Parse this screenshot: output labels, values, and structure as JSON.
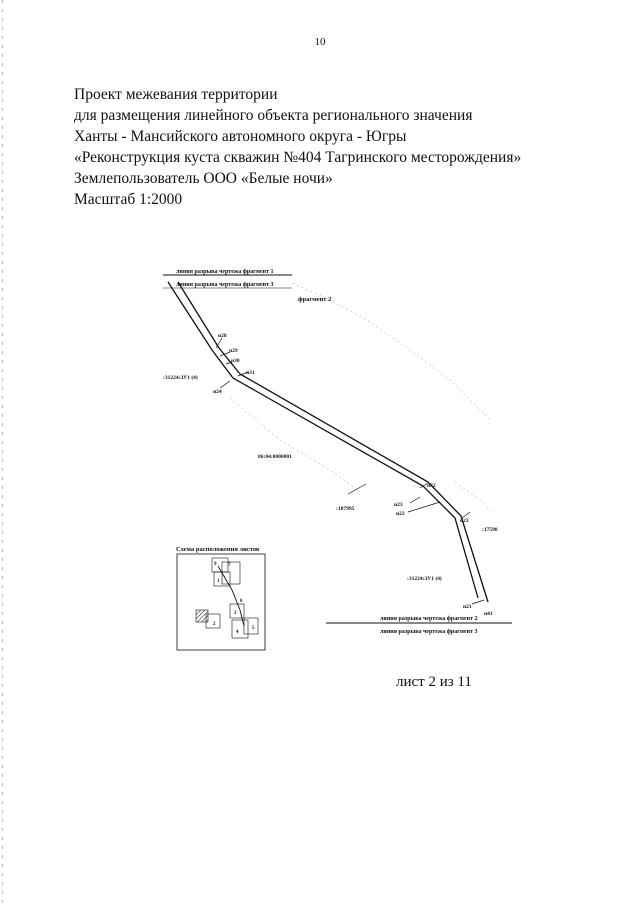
{
  "page_number": "10",
  "title": {
    "lines": [
      "Проект межевания  территории",
      "для размещения линейного объекта регионального значения",
      "Ханты - Мансийского автономного округа - Югры",
      "«Реконструкция куста скважин №404 Тагринского месторождения»",
      "Землепользователь ООО «Белые ночи»",
      "Масштаб 1:2000"
    ]
  },
  "drawing": {
    "break_line_top_1": "линия разрыва чертежа фрагмент 1",
    "break_line_top_2": "линия разрыва чертежа фрагмент 3",
    "fragment_label": "фрагмент 2",
    "break_line_bottom_1": "линия разрыва чертежа фрагмент 2",
    "break_line_bottom_2": "линия разрыва чертежа фрагмент 3",
    "points": {
      "n28": "н28",
      "n29": "н29",
      "n30": "н30",
      "n31": "н31",
      "n24": "н24",
      "n32": "н32",
      "n23a": "н23",
      "n22": "н22",
      "n23b": "н23",
      "n21": "н21",
      "n41": "н41"
    },
    "parcel_labels": {
      "zu_top": ":31224:ЗУ1 (4)",
      "cadastral_quarter": "86:04:0000001",
      "parcel_187": ":187995",
      "parcel_17": ":17598",
      "zu_bottom": ":31224:ЗУ1 (4)"
    }
  },
  "schema": {
    "title": "Схема расположения листов",
    "sheet_numbers": [
      "9",
      "7",
      "1",
      "2",
      "3",
      "4",
      "5",
      "6"
    ]
  },
  "sheet_label": "лист 2 из 11"
}
